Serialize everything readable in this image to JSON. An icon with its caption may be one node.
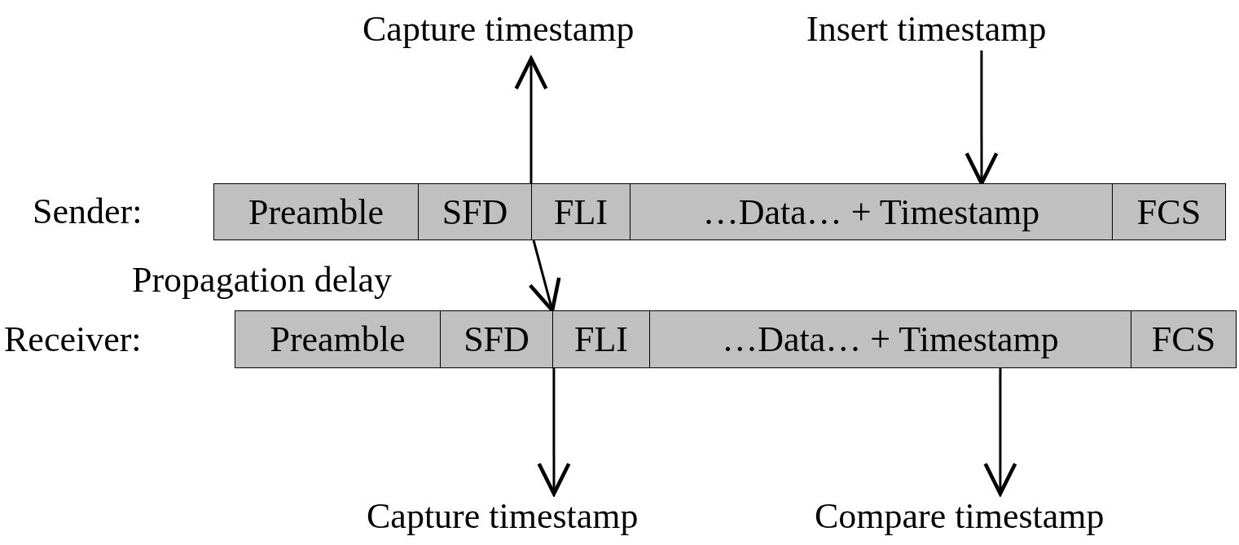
{
  "diagram": {
    "nodes": [
      {
        "text": [
          "Capture timestamp"
        ]
      },
      {
        "text": [
          "Insert timestamp"
        ]
      },
      {
        "text": [
          "Preamble"
        ]
      },
      {
        "text": [
          "SFD"
        ]
      },
      {
        "text": [
          "FLI"
        ]
      },
      {
        "text": [
          "…Data… + Timestamp"
        ]
      },
      {
        "text": [
          "FCS"
        ]
      },
      {
        "text": [
          "Preamble"
        ]
      },
      {
        "text": [
          "SFD"
        ]
      },
      {
        "text": [
          "FLI"
        ]
      },
      {
        "text": [
          "…Data… + Timestamp"
        ]
      },
      {
        "text": [
          "FCS"
        ]
      },
      {
        "text": [
          "Capture timestamp"
        ]
      },
      {
        "text": [
          "Compare timestamp"
        ]
      }
    ],
    "edges": [
      {
        "from": 4,
        "to": 0,
        "arrow": "to"
      },
      {
        "from": 1,
        "to": 5,
        "arrow": "to"
      },
      {
        "from": 4,
        "to": 9,
        "arrow": "to",
        "label": "Propagation delay"
      },
      {
        "from": 9,
        "to": 12,
        "arrow": "to"
      },
      {
        "from": 10,
        "to": 13,
        "arrow": "to"
      }
    ],
    "labels": [
      "Sender:",
      "Receiver:"
    ]
  }
}
